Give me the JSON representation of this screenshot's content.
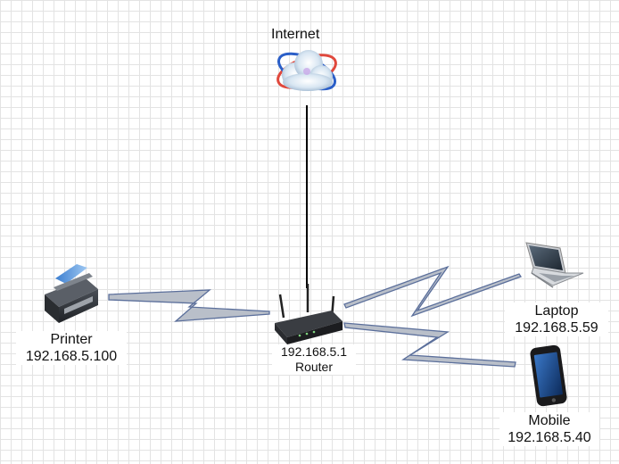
{
  "nodes": {
    "internet": {
      "label": "Internet",
      "icon": "cloud-internet-icon"
    },
    "router": {
      "ip": "192.168.5.1",
      "label": "Router",
      "icon": "router-icon"
    },
    "printer": {
      "label": "Printer",
      "ip": "192.168.5.100",
      "icon": "printer-icon"
    },
    "laptop": {
      "label": "Laptop",
      "ip": "192.168.5.59",
      "icon": "laptop-icon"
    },
    "mobile": {
      "label": "Mobile",
      "ip": "192.168.5.40",
      "icon": "mobile-phone-icon"
    }
  },
  "links": [
    {
      "from": "internet",
      "to": "router",
      "type": "wired"
    },
    {
      "from": "printer",
      "to": "router",
      "type": "wireless"
    },
    {
      "from": "router",
      "to": "laptop",
      "type": "wireless"
    },
    {
      "from": "router",
      "to": "mobile",
      "type": "wireless"
    }
  ],
  "colors": {
    "background": "#ffffff",
    "grid": "#e3e3e3",
    "wired_link": "#000000",
    "wireless_fill": "#b9bfc9",
    "wireless_stroke": "#5b6f9b"
  }
}
